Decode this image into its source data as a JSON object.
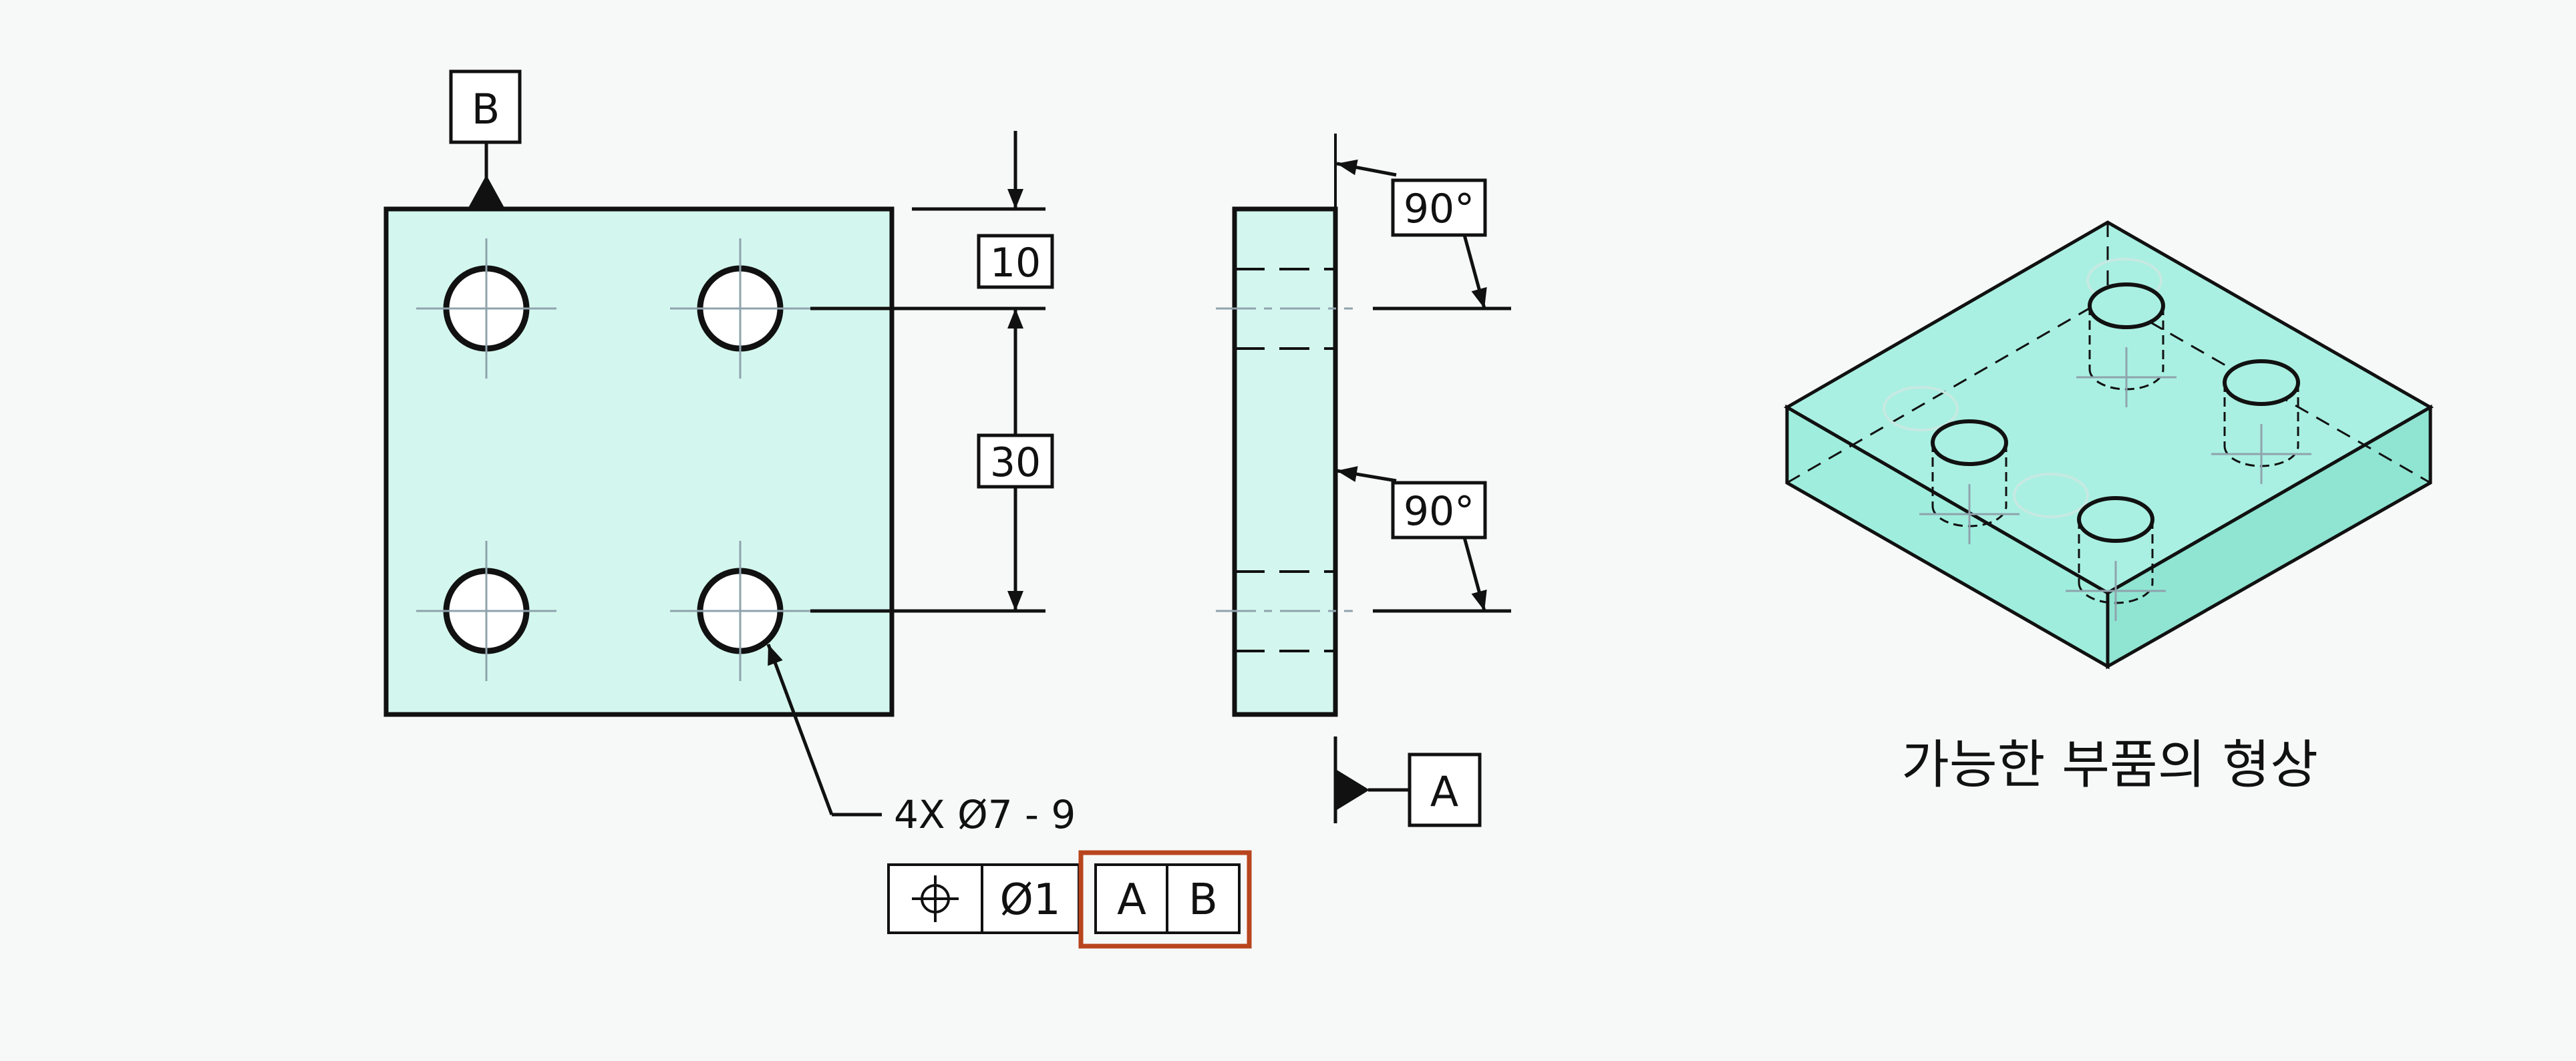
{
  "datums": {
    "b_label": "B",
    "a_label": "A"
  },
  "dimensions": {
    "top_offset": "10",
    "hole_spacing": "30",
    "angle_top": "90°",
    "angle_bottom": "90°"
  },
  "hole_callout": {
    "text": "4X Ø7 - 9"
  },
  "feature_control_frame": {
    "symbol_name": "position-symbol-icon",
    "tolerance": "Ø1",
    "datum_primary": "A",
    "datum_secondary": "B"
  },
  "isometric": {
    "caption": "가능한 부품의 형상"
  },
  "colors": {
    "part_fill": "#d3f7ee",
    "iso_top": "#a9f0e2",
    "iso_front": "#9feedd",
    "iso_side": "#8fe5d2",
    "outline": "#111111",
    "center_line": "#8fa3ad",
    "highlight_frame": "#b8451d",
    "background": "#f7f8f8"
  }
}
